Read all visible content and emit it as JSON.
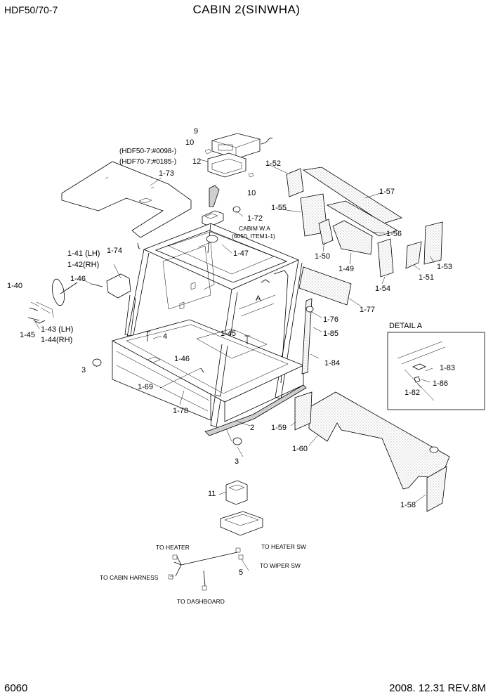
{
  "header": {
    "model": "HDF50/70-7",
    "title": "CABIN 2(SINWHA)"
  },
  "footer": {
    "page": "6060",
    "date_rev": "2008. 12.31  REV.8M"
  },
  "notes": {
    "serial_50": "(HDF50-7:#0098-)",
    "serial_70": "(HDF70-7:#0185-)",
    "cabin_wa_1": "CABIM W.A",
    "cabin_wa_2": "(6050, ITEM1-1)",
    "detail_title": "DETAIL A",
    "detail_ref": "A"
  },
  "labels": [
    {
      "id": "p9",
      "text": "9"
    },
    {
      "id": "p10a",
      "text": "10"
    },
    {
      "id": "p12",
      "text": "12"
    },
    {
      "id": "p10b",
      "text": "10"
    },
    {
      "id": "p1-73",
      "text": "1-73"
    },
    {
      "id": "p1-72",
      "text": "1-72"
    },
    {
      "id": "p1-74",
      "text": "1-74"
    },
    {
      "id": "p1-47",
      "text": "1-47"
    },
    {
      "id": "p1-52",
      "text": "1-52"
    },
    {
      "id": "p1-57",
      "text": "1-57"
    },
    {
      "id": "p1-55",
      "text": "1-55"
    },
    {
      "id": "p1-56",
      "text": "1-56"
    },
    {
      "id": "p1-50",
      "text": "1-50"
    },
    {
      "id": "p1-49",
      "text": "1-49"
    },
    {
      "id": "p1-54",
      "text": "1-54"
    },
    {
      "id": "p1-51",
      "text": "1-51"
    },
    {
      "id": "p1-53",
      "text": "1-53"
    },
    {
      "id": "p1-77",
      "text": "1-77"
    },
    {
      "id": "p1-76",
      "text": "1-76"
    },
    {
      "id": "p1-85",
      "text": "1-85"
    },
    {
      "id": "p1-84",
      "text": "1-84"
    },
    {
      "id": "p1-41",
      "text": "1-41 (LH)"
    },
    {
      "id": "p1-42",
      "text": "1-42(RH)"
    },
    {
      "id": "p1-40",
      "text": "1-40"
    },
    {
      "id": "p1-46a",
      "text": "1-46"
    },
    {
      "id": "p1-43",
      "text": "1-43 (LH)"
    },
    {
      "id": "p1-44",
      "text": "1-44(RH)"
    },
    {
      "id": "p1-45a",
      "text": "1-45"
    },
    {
      "id": "p4",
      "text": "4"
    },
    {
      "id": "p1-45b",
      "text": "1-45"
    },
    {
      "id": "p1-46b",
      "text": "1-46"
    },
    {
      "id": "p3a",
      "text": "3"
    },
    {
      "id": "p1-69",
      "text": "1-69"
    },
    {
      "id": "p1-78",
      "text": "1-78"
    },
    {
      "id": "p2",
      "text": "2"
    },
    {
      "id": "p3b",
      "text": "3"
    },
    {
      "id": "p1-59",
      "text": "1-59"
    },
    {
      "id": "p1-60",
      "text": "1-60"
    },
    {
      "id": "p1-58",
      "text": "1-58"
    },
    {
      "id": "p1-83",
      "text": "1-83"
    },
    {
      "id": "p1-86",
      "text": "1-86"
    },
    {
      "id": "p1-82",
      "text": "1-82"
    },
    {
      "id": "p11",
      "text": "11"
    },
    {
      "id": "p5",
      "text": "5"
    }
  ],
  "harness": {
    "to_heater": "TO HEATER",
    "to_heater_sw": "TO HEATER SW",
    "to_wiper_sw": "TO WIPER SW",
    "to_cabin_harness": "TO CABIN HARNESS",
    "to_dashboard": "TO DASHBOARD"
  }
}
